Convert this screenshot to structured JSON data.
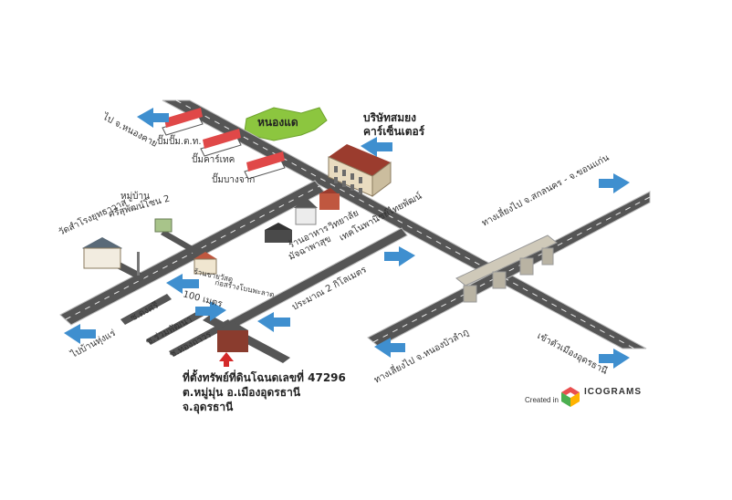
{
  "colors": {
    "road": "#555555",
    "road_edge": "#bbbbbb",
    "road_dash": "#e9e9e9",
    "arrow": "#3f8fcf",
    "arrow_red": "#d42a2a",
    "land": "#8cc63f",
    "bridge": "#b9b3a3"
  },
  "labels": {
    "to_nongkhai": "ไป จ.หนองคาย",
    "nongdae": "หนองแด",
    "company_l1": "บริษัทสมยง",
    "company_l2": "คาร์เซ็นเตอร์",
    "pump_ptt": "ปั๊มปั๊ม.ต.ท.",
    "pump_caltex": "ปั๊มคาร์เทค",
    "pump_bangchak": "ปั๊มบางจาก",
    "temple": "วัดสำโรงยุทธาวาส",
    "village": "หมู่บ้าน",
    "village_name": "ศรีสุพัฒน์โซน 2",
    "tech_college_l1": "วิทยาลัย",
    "tech_college_l2": "เทคโนพานิชย์ไทยพัฒน์",
    "restaurant_l1": "ร้านอาหาร",
    "restaurant_l2": "มัจฉาพาสุข",
    "shop_l1": "ร้านขายวัสดุ",
    "shop_l2": "ก่อสร้างโบนพะลาด",
    "distance_100": "100 เมตร",
    "soi_1": "ซ.ดงศรี",
    "soi_2": "ซ.ร่วมพัฒนา",
    "soi_3": "ซ.ทองถาวร",
    "to_ban_thung": "ไปบ้านทุ่งแร่",
    "approx_2km": "ประมาณ 2 กิโลเมตร",
    "bypass_sakon": "ทางเลี่ยงไป จ.สกลนคร - จ.ขอนแก่น",
    "bypass_nongbua": "ทางเลี่ยงไป จ.หนองบัวลำภู",
    "into_city": "เข้าตัวเมืองอุดรธานี",
    "property_l1": "ที่ตั้งทรัพย์ที่ดินโฉนดเลขที่ 47296",
    "property_l2": "ต.หมู่มุ่น อ.เมืองอุดรธานี",
    "property_l3": "จ.อุดรธานี",
    "created_in": "Created in",
    "brand": "ICOGRAMS"
  }
}
